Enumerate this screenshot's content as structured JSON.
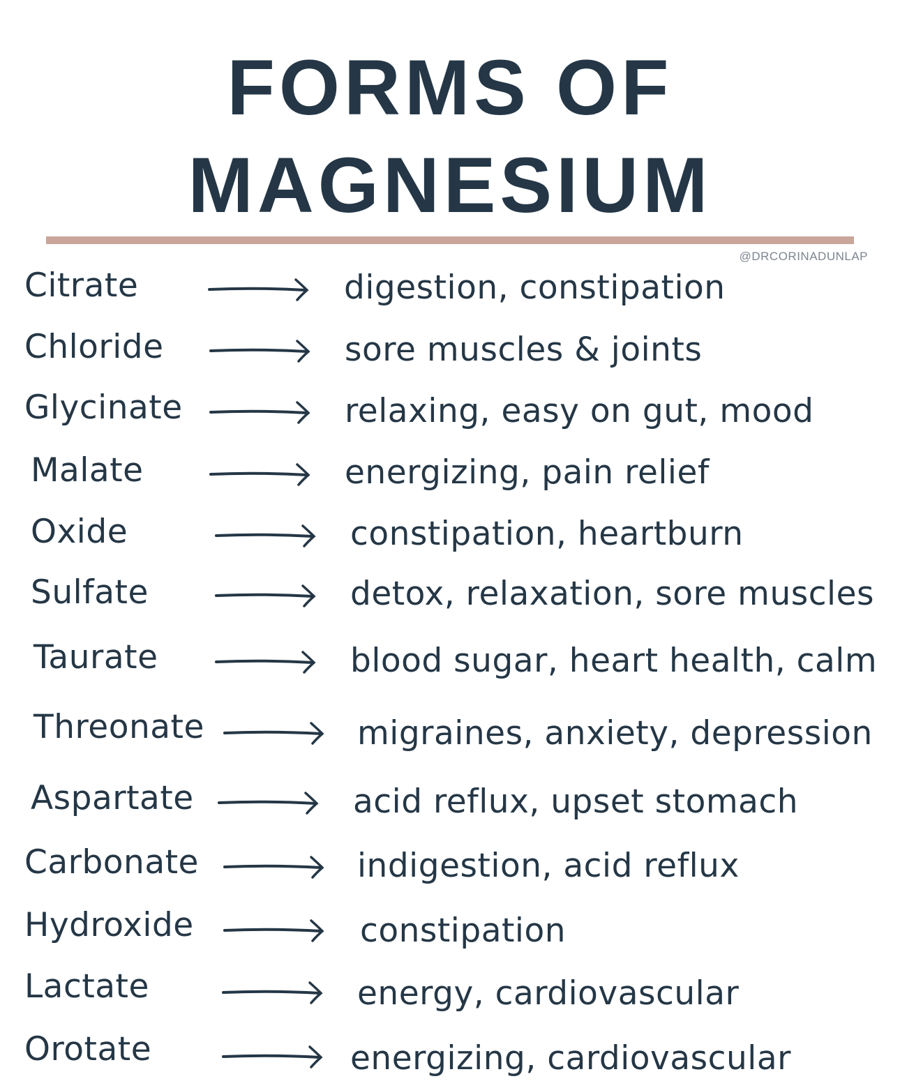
{
  "title": {
    "line1": "FORMS OF",
    "line2": "MAGNESIUM"
  },
  "handle": "@DRCORINADUNLAP",
  "colors": {
    "text": "#253746",
    "rule": "#c9a59a",
    "handle": "#7d8590"
  },
  "arrow_icon": "right-arrow-icon",
  "rows": [
    {
      "form": "Citrate",
      "uses": "digestion, constipation"
    },
    {
      "form": "Chloride",
      "uses": "sore muscles & joints"
    },
    {
      "form": "Glycinate",
      "uses": "relaxing, easy on gut, mood"
    },
    {
      "form": "Malate",
      "uses": "energizing, pain relief"
    },
    {
      "form": "Oxide",
      "uses": "constipation, heartburn"
    },
    {
      "form": "Sulfate",
      "uses": "detox, relaxation, sore muscles"
    },
    {
      "form": "Taurate",
      "uses": "blood sugar, heart health, calm"
    },
    {
      "form": "Threonate",
      "uses": "migraines, anxiety, depression"
    },
    {
      "form": "Aspartate",
      "uses": "acid reflux, upset stomach"
    },
    {
      "form": "Carbonate",
      "uses": "indigestion, acid reflux"
    },
    {
      "form": "Hydroxide",
      "uses": "constipation"
    },
    {
      "form": "Lactate",
      "uses": "energy, cardiovascular"
    },
    {
      "form": "Orotate",
      "uses": "energizing, cardiovascular"
    }
  ]
}
